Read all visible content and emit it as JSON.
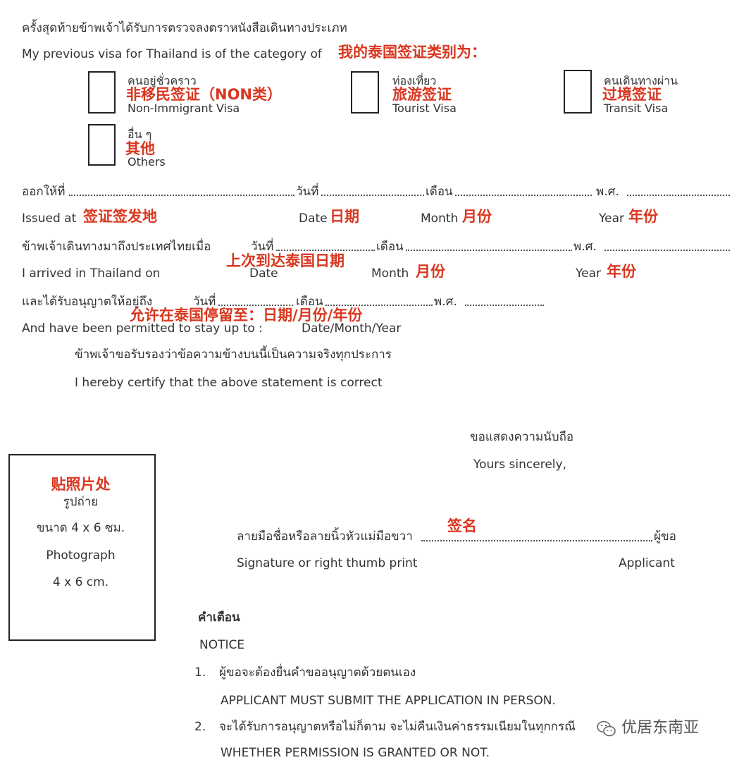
{
  "colors": {
    "annotation": "#d9371f",
    "text": "#333333",
    "border": "#222222"
  },
  "header": {
    "thai": "ครั้งสุดท้ายข้าพเจ้าได้รับการตรวจลงตราหนังสือเดินทางประเภท",
    "english": "My previous visa for Thailand is of the category of",
    "note": "我的泰国签证类别为："
  },
  "visa_options": [
    {
      "thai": "คนอยู่ชั่วคราว",
      "english": "Non-Immigrant Visa",
      "note": "非移民签证（NON类）"
    },
    {
      "thai": "ท่องเที่ยว",
      "english": "Tourist Visa",
      "note": "旅游签证"
    },
    {
      "thai": "คนเดินทางผ่าน",
      "english": "Transit Visa",
      "note": "过境签证"
    },
    {
      "thai": "อื่น ๆ",
      "english": "Others",
      "note": "其他"
    }
  ],
  "issued": {
    "thai_place": "ออกให้ที่",
    "thai_date": "วันที่",
    "thai_month": "เดือน",
    "thai_year": "พ.ศ.",
    "english": "Issued at",
    "note": "签证签发地",
    "date_en": "Date",
    "date_note": "日期",
    "month_en": "Month",
    "month_note": "月份",
    "year_en": "Year",
    "year_note": "年份"
  },
  "arrived": {
    "thai": "ข้าพเจ้าเดินทางมาถึงประเทศไทยเมื่อ",
    "thai_date": "วันที่",
    "thai_month": "เดือน",
    "thai_year": "พ.ศ.",
    "english": "I arrived in Thailand on",
    "note": "上次到达泰国日期",
    "date_en": "Date",
    "month_en": "Month",
    "month_note": "月份",
    "year_en": "Year",
    "year_note": "年份"
  },
  "permitted": {
    "thai": "และได้รับอนุญาตให้อยู่ถึง",
    "thai_date": "วันที่",
    "thai_month": "เดือน",
    "thai_year": "พ.ศ.",
    "english": "And have been permitted to stay up to  :",
    "date_en": "Date/Month/Year",
    "note": "允许在泰国停留至：日期/月份/年份"
  },
  "certify": {
    "thai": "ข้าพเจ้าขอรับรองว่าข้อความข้างบนนี้เป็นความจริงทุกประการ",
    "english": "I  hereby certify that the above statement is correct"
  },
  "closing": {
    "thai": "ขอแสดงความนับถือ",
    "english": "Yours  sincerely,"
  },
  "photo": {
    "note": "贴照片处",
    "thai": "รูปถ่าย",
    "size_thai": "ขนาด 4 x 6 ซม.",
    "english": "Photograph",
    "size_en": "4 x 6 cm."
  },
  "signature": {
    "note": "签名",
    "thai": "ลายมือชื่อหรือลายนิ้วหัวแม่มือขวา",
    "thai_applicant": "ผู้ขอ",
    "english": "Signature or right thumb print",
    "applicant_en": "Applicant"
  },
  "notice": {
    "thai_title": "คำเตือน",
    "title": "NOTICE",
    "items": [
      {
        "num": "1.",
        "thai": "ผู้ขอจะต้องยื่นคำขออนุญาตด้วยตนเอง",
        "english": "APPLICANT MUST SUBMIT THE APPLICATION IN PERSON."
      },
      {
        "num": "2.",
        "thai": "จะได้รับการอนุญาตหรือไม่ก็ตาม จะไม่คืนเงินค่าธรรมเนียมในทุกกรณี",
        "english": "WHETHER PERMISSION IS GRANTED OR NOT."
      }
    ]
  },
  "watermark": {
    "text": "优居东南亚",
    "icon": "wechat-icon"
  }
}
